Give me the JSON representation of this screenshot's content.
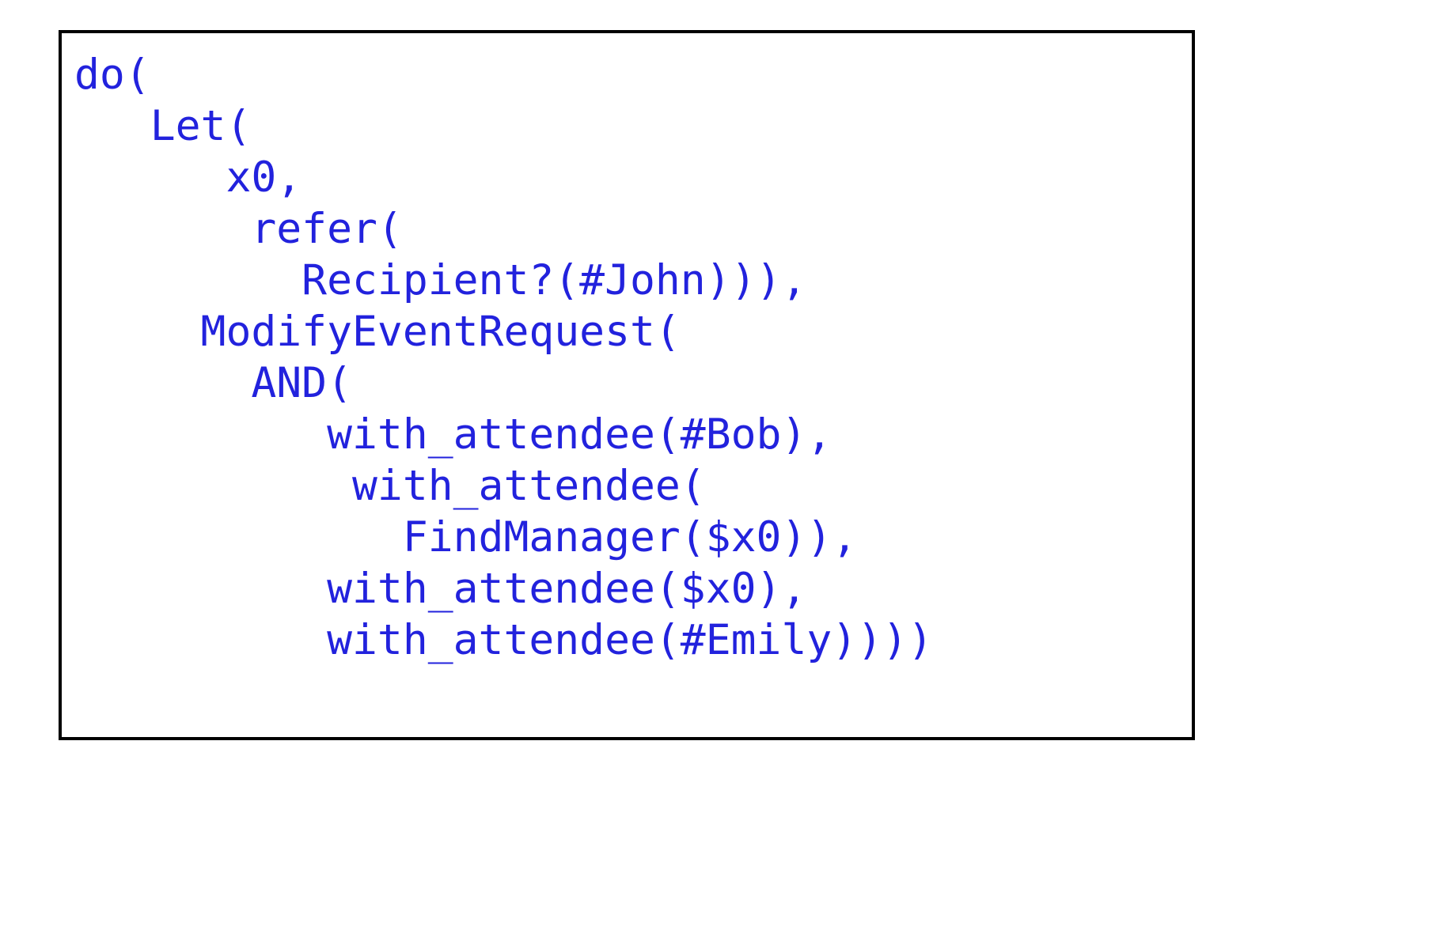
{
  "figure": {
    "kind": "code-listing",
    "background_color": "#ffffff",
    "border_color": "#000000",
    "text_color": "#2222dd",
    "language": "lisp-like-dsl"
  },
  "code": {
    "full_text": "do(\n   Let(\n      x0,\n       refer(\n         Recipient?(#John))),\n     ModifyEventRequest(\n       AND(\n          with_attendee(#Bob),\n           with_attendee(\n             FindManager($x0)),\n          with_attendee($x0),\n          with_attendee(#Emily))))",
    "lines": [
      "do(",
      "   Let(",
      "      x0,",
      "       refer(",
      "         Recipient?(#John))),",
      "     ModifyEventRequest(",
      "       AND(",
      "          with_attendee(#Bob),",
      "           with_attendee(",
      "             FindManager($x0)),",
      "          with_attendee($x0),",
      "          with_attendee(#Emily))))"
    ]
  }
}
